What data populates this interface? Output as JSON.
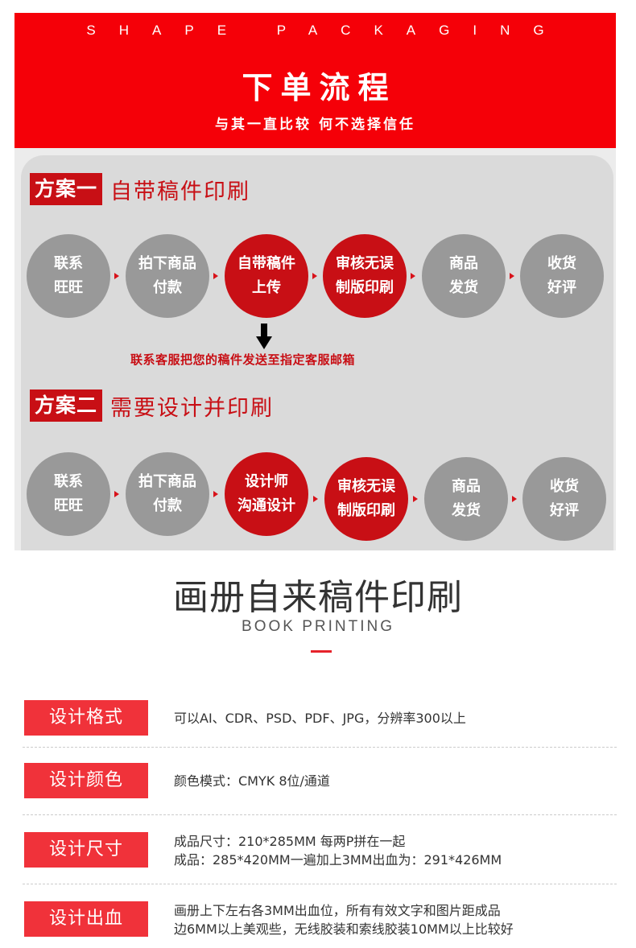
{
  "header": {
    "brand_en": "SHAPE PACKAGING",
    "title": "下单流程",
    "subtitle": "与其一直比较 何不选择信任"
  },
  "plan1": {
    "tag": "方案一",
    "title": "自带稿件印刷",
    "steps": [
      {
        "label": "联系\n旺旺",
        "style": "gray"
      },
      {
        "label": "拍下商品\n付款",
        "style": "gray"
      },
      {
        "label": "自带稿件\n上传",
        "style": "red"
      },
      {
        "label": "审核无误\n制版印刷",
        "style": "red"
      },
      {
        "label": "商品\n发货",
        "style": "gray"
      },
      {
        "label": "收货\n好评",
        "style": "gray"
      }
    ],
    "note": "联系客服把您的稿件发送至指定客服邮箱"
  },
  "plan2": {
    "tag": "方案二",
    "title": "需要设计并印刷",
    "steps": [
      {
        "label": "联系\n旺旺",
        "style": "gray"
      },
      {
        "label": "拍下商品\n付款",
        "style": "gray"
      },
      {
        "label": "设计师\n沟通设计",
        "style": "red"
      },
      {
        "label": "审核无误\n制版印刷",
        "style": "red"
      },
      {
        "label": "商品\n发货",
        "style": "gray"
      },
      {
        "label": "收货\n好评",
        "style": "gray"
      }
    ]
  },
  "book": {
    "title": "画册自来稿件印刷",
    "subtitle": "BOOK PRINTING"
  },
  "specs": [
    {
      "label": "设计格式",
      "text": "可以AI、CDR、PSD、PDF、JPG，分辨率300以上"
    },
    {
      "label": "设计颜色",
      "text": "颜色模式：CMYK 8位/通道"
    },
    {
      "label": "设计尺寸",
      "text": "成品尺寸：210*285MM 每两P拼在一起\n成品：285*420MM一遍加上3MM出血为：291*426MM"
    },
    {
      "label": "设计出血",
      "text": "画册上下左右各3MM出血位，所有有效文字和图片距成品\n边6MM以上美观些，无线胶装和索线胶装10MM以上比较好"
    }
  ],
  "colors": {
    "header_red": "#f50008",
    "accent_red": "#c80f15",
    "label_red": "#f0323a",
    "step_gray": "#999999"
  }
}
